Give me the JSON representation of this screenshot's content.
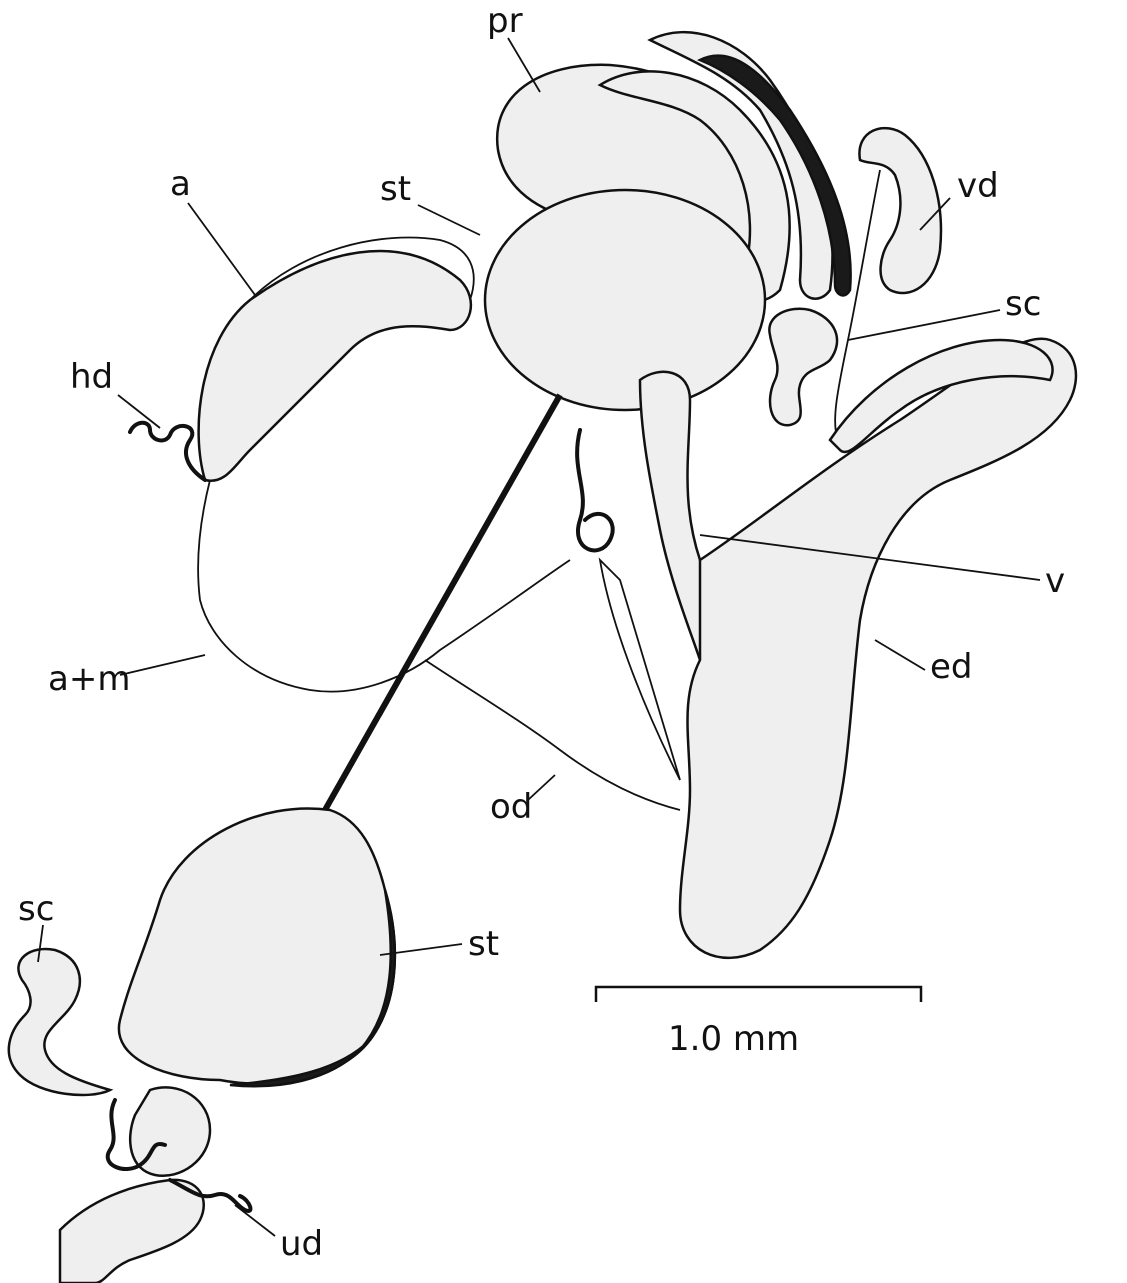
{
  "labels": {
    "pr": "pr",
    "st_top": "st",
    "a": "a",
    "hd": "hd",
    "vd": "vd",
    "sc_top": "sc",
    "v": "v",
    "ed": "ed",
    "am": "a+m",
    "od": "od",
    "sc_bottom": "sc",
    "st_bottom": "st",
    "ud": "ud"
  },
  "scale_bar": {
    "label": "1.0 mm"
  },
  "colors": {
    "ink": "#111111",
    "tissue": "#efefef",
    "background": "#ffffff"
  }
}
